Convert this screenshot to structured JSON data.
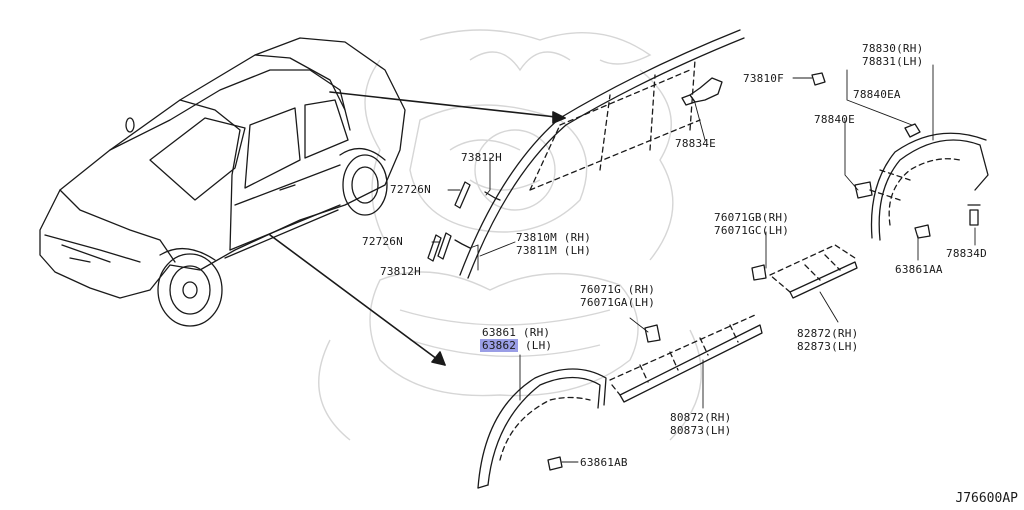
{
  "labels": {
    "l78830": "78830(RH)",
    "l78831": "78831(LH)",
    "l73810F": "73810F",
    "l78840EA": "78840EA",
    "l78834E": "78834E",
    "l78840E": "78840E",
    "l73812H_a": "73812H",
    "l72726N_a": "72726N",
    "l72726N_b": "72726N",
    "l73812H_b": "73812H",
    "l73810M": "73810M (RH)",
    "l73811M": "73811M (LH)",
    "l76071GB": "76071GB(RH)",
    "l76071GC": "76071GC(LH)",
    "l78834D": "78834D",
    "l63861AA": "63861AA",
    "l76071G": "76071G (RH)",
    "l76071GA": "76071GA(LH)",
    "l82872": "82872(RH)",
    "l82873": "82873(LH)",
    "l63861": "63861 (RH)",
    "l63862_code": "63862",
    "l63862_side": " (LH)",
    "l80872": "80872(RH)",
    "l80873": "80873(LH)",
    "l63861AB": "63861AB"
  },
  "diagram_code": "J76600AP"
}
